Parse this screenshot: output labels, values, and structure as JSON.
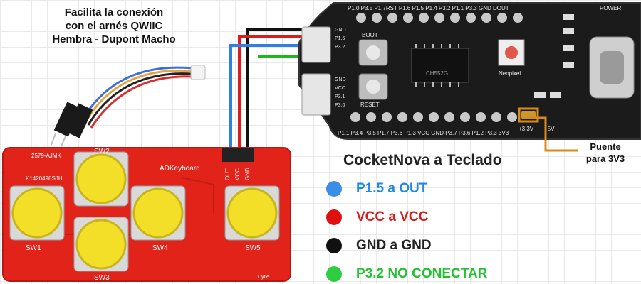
{
  "caption": {
    "line1": "Facilita la conexión",
    "line2": "con el  arnés QWIIC",
    "line3": "Hembra - Dupont Macho"
  },
  "bridge_note": {
    "line1": "Puente",
    "line2": "para 3V3"
  },
  "legend": {
    "title": "CocketNova a Teclado",
    "items": [
      {
        "label": "P1.5 a OUT",
        "dot_color": "#3b8ee8",
        "text_color": "#1e88e5"
      },
      {
        "label": "VCC a VCC",
        "dot_color": "#e01010",
        "text_color": "#d81b1b"
      },
      {
        "label": "GND a GND",
        "dot_color": "#111111",
        "text_color": "#222222"
      },
      {
        "label": "P3.2 NO CONECTAR",
        "dot_color": "#2ecc40",
        "text_color": "#21c12f"
      }
    ]
  },
  "wire_colors": {
    "blue": "#2f7fe0",
    "red": "#e0191b",
    "black": "#111111",
    "green": "#1cb81c",
    "bridge": "#d98a1e"
  },
  "board": {
    "silk_top": "P1.0 P3.5 P1.7RST P1.6 P1.5 P1.4 P3.2 P1.1 P3.3 GND DOUT",
    "silk_bottom": "P1.1 P3.4 P3.5 P1.7 P3.6 P1.3 VCC GND P3.7 P3.6 P1.2 P3.3 3V3",
    "power_label": "POWER",
    "chip_label": "CH552G",
    "neopixel_label": "Neopixel",
    "boot_label": "BOOT",
    "reset_label": "RESET",
    "label_3v3": "+3.3V",
    "label_5v": "+5V",
    "connector_labels_top": [
      "GND",
      "P1.5",
      "P3.2"
    ],
    "connector_labels_bottom": [
      "GND",
      "VCC",
      "P3.1",
      "P3.0"
    ]
  },
  "keyboard": {
    "model": "2579-AJMK",
    "serial": "K1420498SJH",
    "name": "ADKeyboard",
    "pins": [
      "OUT",
      "VCC",
      "GND"
    ],
    "switches": [
      "SW1",
      "SW2",
      "SW3",
      "SW4",
      "SW5"
    ],
    "corner": "Cytie"
  }
}
